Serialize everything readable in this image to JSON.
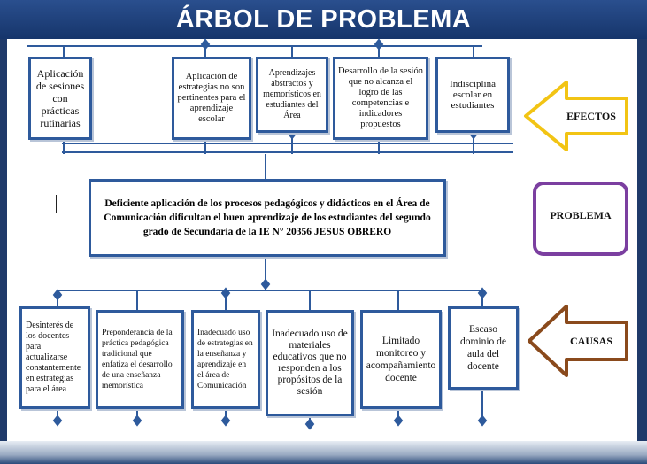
{
  "title": "ÁRBOL DE PROBLEMA",
  "efectos": {
    "label": "EFECTOS",
    "items": [
      "Aplicación de sesiones con prácticas rutinarias",
      "Aplicación de estrategias no son pertinentes para el aprendizaje escolar",
      "Aprendizajes abstractos y memorísticos en estudiantes del Área",
      "Desarrollo de la sesión que no alcanza el logro de las competencias e indicadores propuestos",
      "Indisciplina escolar en estudiantes"
    ]
  },
  "problema": {
    "label": "PROBLEMA",
    "text": "Deficiente aplicación de los procesos pedagógicos y didácticos en el Área de Comunicación dificultan el buen aprendizaje de los estudiantes del segundo grado de Secundaria de la IE N° 20356 JESUS OBRERO"
  },
  "causas": {
    "label": "CAUSAS",
    "items": [
      "Desinterés de los docentes para actualizarse constantemente en estrategias para el área",
      "Preponderancia de la práctica pedagógica tradicional que enfatiza el desarrollo de una enseñanza memorística",
      "Inadecuado uso de estrategias en la enseñanza y aprendizaje en el área de Comunicación",
      "Inadecuado uso de materiales educativos que no responden a los propósitos de la sesión",
      "Limitado monitoreo y acompañamiento docente",
      "Escaso dominio de aula del docente"
    ]
  },
  "colors": {
    "header": "#1f3a6a",
    "box_border": "#2e5a9c",
    "efectos_arrow": "#f2c414",
    "problema_box": "#7b3fa0",
    "causas_arrow": "#8a4a1c"
  }
}
